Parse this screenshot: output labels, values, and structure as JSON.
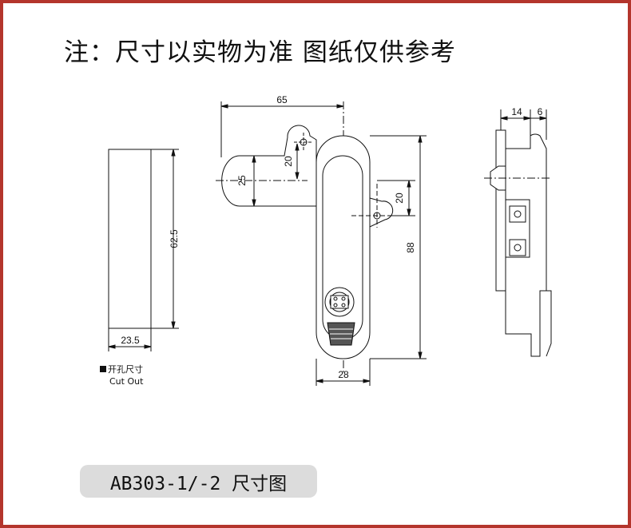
{
  "note": "注：尺寸以实物为准 图纸仅供参考",
  "cutout": {
    "label_cn": "开孔尺寸",
    "label_en": "Cut Out",
    "height": "62.5",
    "width": "23.5"
  },
  "front_view": {
    "width_65": "65",
    "height_25": "25",
    "offset_20_top": "20",
    "offset_20_right": "20",
    "height_88": "88",
    "width_28": "28"
  },
  "side_view": {
    "depth_14": "14",
    "depth_6": "6"
  },
  "title": "AB303-1/-2 尺寸图",
  "colors": {
    "frame": "#b4352c",
    "title_bg": "#dcdcdc",
    "line": "#111111"
  }
}
